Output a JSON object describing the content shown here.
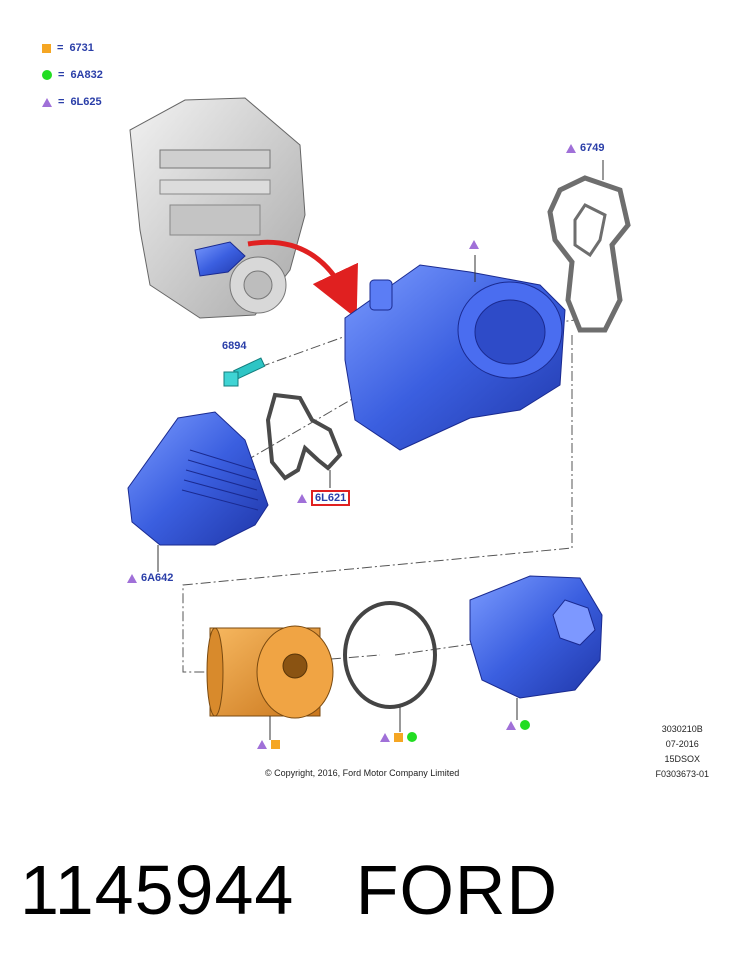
{
  "legend": [
    {
      "symbol": "square",
      "color": "#f5a623",
      "eq": "=",
      "code": "6731"
    },
    {
      "symbol": "circle",
      "color": "#22dd22",
      "eq": "=",
      "code": "6A832"
    },
    {
      "symbol": "triangle",
      "color": "#a070d8",
      "eq": "=",
      "code": "6L625"
    }
  ],
  "callouts": {
    "gasket_top": "6749",
    "bolt": "6894",
    "gasket_mid": "6L621",
    "cooler": "6A642"
  },
  "meta": {
    "line1": "3030210B",
    "line2": "07-2016",
    "line3": "15DSOX",
    "line4": "F0303673-01"
  },
  "copyright": "© Copyright, 2016, Ford Motor Company Limited",
  "footer": {
    "part_number": "1145944",
    "brand": "FORD"
  },
  "colors": {
    "part_blue": "#3b5fe0",
    "filter_orange": "#e8952a",
    "highlight_red": "#e02020",
    "label_blue": "#2a3ea8"
  }
}
